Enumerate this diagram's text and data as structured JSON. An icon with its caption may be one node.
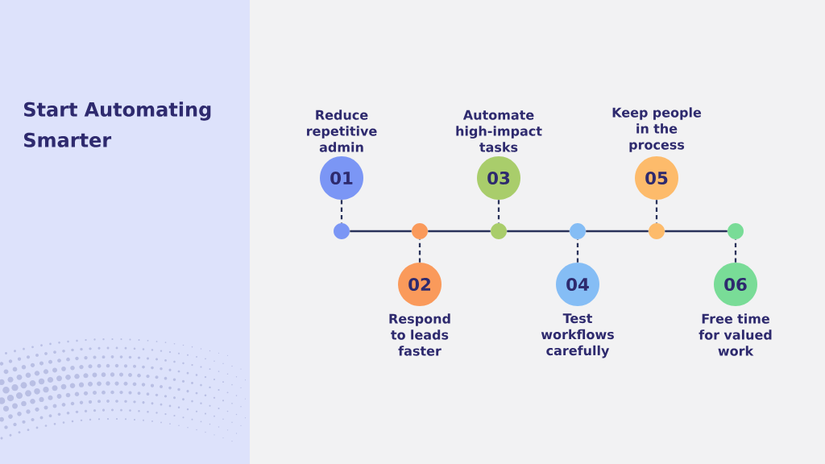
{
  "diagram": {
    "title": "Start Automating Smarter",
    "nodes": [
      {
        "text": [
          "01"
        ],
        "beside": [
          "Reduce repetitive admin"
        ]
      },
      {
        "text": [
          "02"
        ],
        "beside": [
          "Respond to leads faster"
        ]
      },
      {
        "text": [
          "03"
        ],
        "beside": [
          "Automate high-impact tasks"
        ]
      },
      {
        "text": [
          "04"
        ],
        "beside": [
          "Test workflows carefully"
        ]
      },
      {
        "text": [
          "05"
        ],
        "beside": [
          "Keep people in the process"
        ]
      },
      {
        "text": [
          "06"
        ],
        "beside": [
          "Free time for valued work"
        ]
      },
      {
        "text": [],
        "shape": "circle"
      },
      {
        "text": [],
        "shape": "circle"
      },
      {
        "text": [],
        "shape": "circle"
      },
      {
        "text": [],
        "shape": "circle"
      },
      {
        "text": [],
        "shape": "circle"
      },
      {
        "text": [],
        "shape": "circle"
      }
    ],
    "edges": [
      {
        "from": 0,
        "to": 6,
        "arrow": "none",
        "style": "dashed"
      },
      {
        "from": 1,
        "to": 7,
        "arrow": "none",
        "style": "dashed"
      },
      {
        "from": 2,
        "to": 8,
        "arrow": "none",
        "style": "dashed"
      },
      {
        "from": 3,
        "to": 9,
        "arrow": "none",
        "style": "dashed"
      },
      {
        "from": 4,
        "to": 10,
        "arrow": "none",
        "style": "dashed"
      },
      {
        "from": 5,
        "to": 11,
        "arrow": "none",
        "style": "dashed"
      },
      {
        "from": 6,
        "to": 7,
        "arrow": "none"
      },
      {
        "from": 7,
        "to": 8,
        "arrow": "none"
      },
      {
        "from": 8,
        "to": 9,
        "arrow": "none"
      },
      {
        "from": 9,
        "to": 10,
        "arrow": "none"
      },
      {
        "from": 10,
        "to": 11,
        "arrow": "none"
      }
    ]
  }
}
